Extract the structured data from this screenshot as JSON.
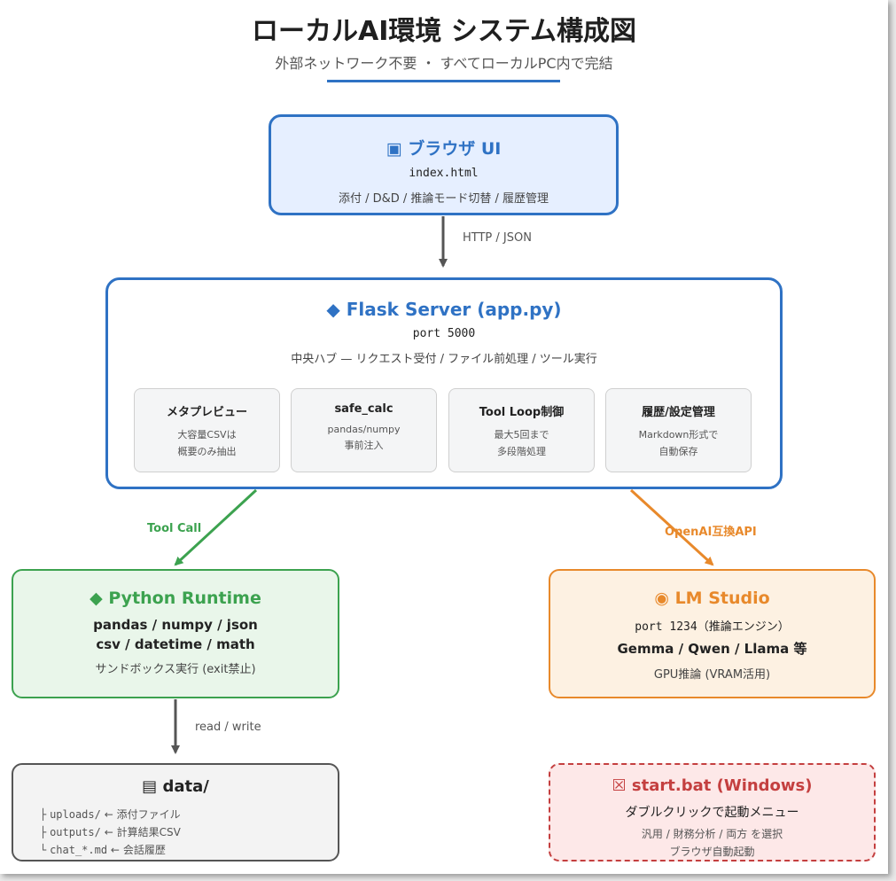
{
  "header": {
    "title": "ローカルAI環境 システム構成図",
    "subtitle": "外部ネットワーク不要 ・ すべてローカルPC内で完結"
  },
  "colors": {
    "blue": "#2f72c4",
    "green": "#3ca24f",
    "orange": "#e8892b",
    "gray": "#555555",
    "red": "#c43f3f"
  },
  "browser": {
    "icon": "▣",
    "title": "ブラウザ UI",
    "file": "index.html",
    "desc": "添付 / D&D / 推論モード切替 / 履歴管理"
  },
  "edge_browser_flask": "HTTP / JSON",
  "flask": {
    "icon": "◆",
    "title": "Flask Server (app.py)",
    "port": "port 5000",
    "desc": "中央ハブ — リクエスト受付 / ファイル前処理 / ツール実行",
    "modules": [
      {
        "title": "メタプレビュー",
        "line1": "大容量CSVは",
        "line2": "概要のみ抽出"
      },
      {
        "title": "safe_calc",
        "line1": "pandas/numpy",
        "line2": "事前注入"
      },
      {
        "title": "Tool Loop制御",
        "line1": "最大5回まで",
        "line2": "多段階処理"
      },
      {
        "title": "履歴/設定管理",
        "line1": "Markdown形式で",
        "line2": "自動保存"
      }
    ]
  },
  "edge_tool_call": "Tool Call",
  "edge_openai": "OpenAI互換API",
  "python": {
    "icon": "◆",
    "title": "Python Runtime",
    "libs1": "pandas / numpy / json",
    "libs2": "csv / datetime / math",
    "desc": "サンドボックス実行 (exit禁止)"
  },
  "lm": {
    "icon": "◉",
    "title": "LM Studio",
    "port": "port 1234（推論エンジン）",
    "models": "Gemma / Qwen / Llama 等",
    "desc": "GPU推論 (VRAM活用)"
  },
  "edge_read_write": "read / write",
  "data": {
    "icon": "▤",
    "title": "data/",
    "rows": [
      {
        "tree": "├",
        "path": "uploads/",
        "arrow": "←",
        "desc": "添付ファイル"
      },
      {
        "tree": "├",
        "path": "outputs/",
        "arrow": "←",
        "desc": "計算結果CSV"
      },
      {
        "tree": "└",
        "path": "chat_*.md",
        "arrow": "←",
        "desc": "会話履歴"
      }
    ]
  },
  "startbat": {
    "icon": "☒",
    "title": "start.bat (Windows)",
    "line1": "ダブルクリックで起動メニュー",
    "line2": "汎用 / 財務分析 / 両方 を選択",
    "line3": "ブラウザ自動起動"
  }
}
